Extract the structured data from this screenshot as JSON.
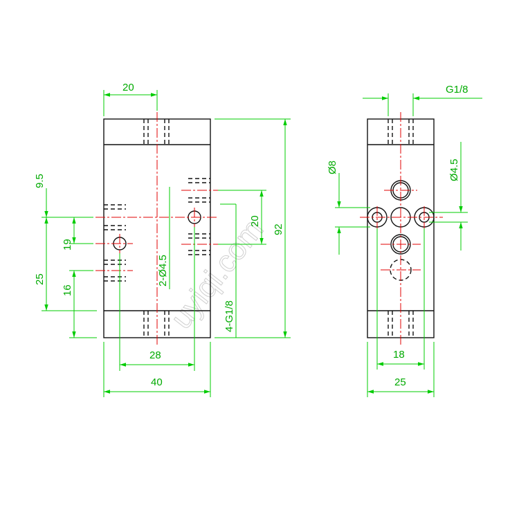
{
  "colors": {
    "outline": "#111111",
    "dimension": "#00cc00",
    "dimension_text": "#00aa00",
    "centerline": "#e00000",
    "watermark": "#cfcfcf"
  },
  "watermark": "uyiqi.com",
  "front_view": {
    "dims": {
      "top_width": "20",
      "left_9_5": "9.5",
      "left_19": "19",
      "left_25": "25",
      "left_16": "16",
      "hole_label": "2-Ø4.5",
      "center_20": "20",
      "port_label": "4-G1/8",
      "height_92": "92",
      "bottom_28": "28",
      "bottom_40": "40"
    }
  },
  "side_view": {
    "dims": {
      "top_port": "G1/8",
      "dia_8": "Ø8",
      "dia_4_5": "Ø4.5",
      "bottom_18": "18",
      "bottom_25": "25"
    }
  }
}
